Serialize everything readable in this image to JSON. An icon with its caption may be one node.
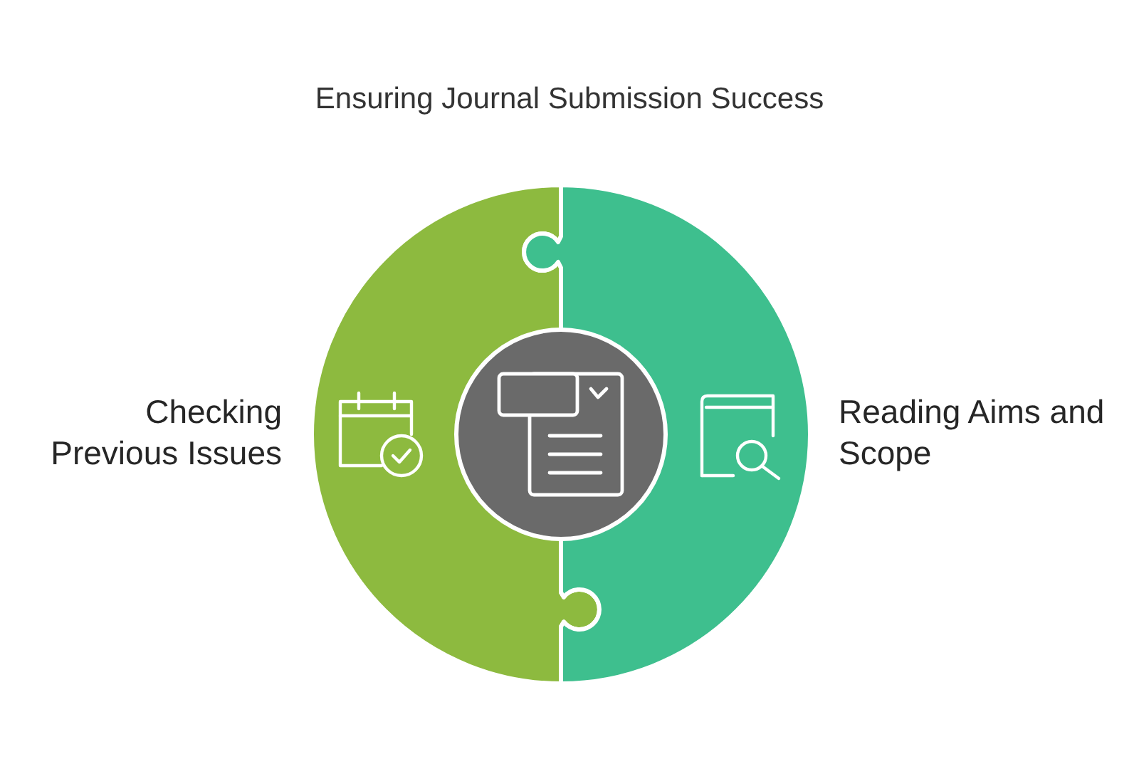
{
  "diagram": {
    "title": "Ensuring Journal Submission Success",
    "nodes": [
      {
        "text": [
          "Checking Previous Issues"
        ]
      },
      {
        "text": [
          "Reading Aims and Scope"
        ]
      },
      {
        "text": [],
        "shape": "circle"
      }
    ]
  }
}
